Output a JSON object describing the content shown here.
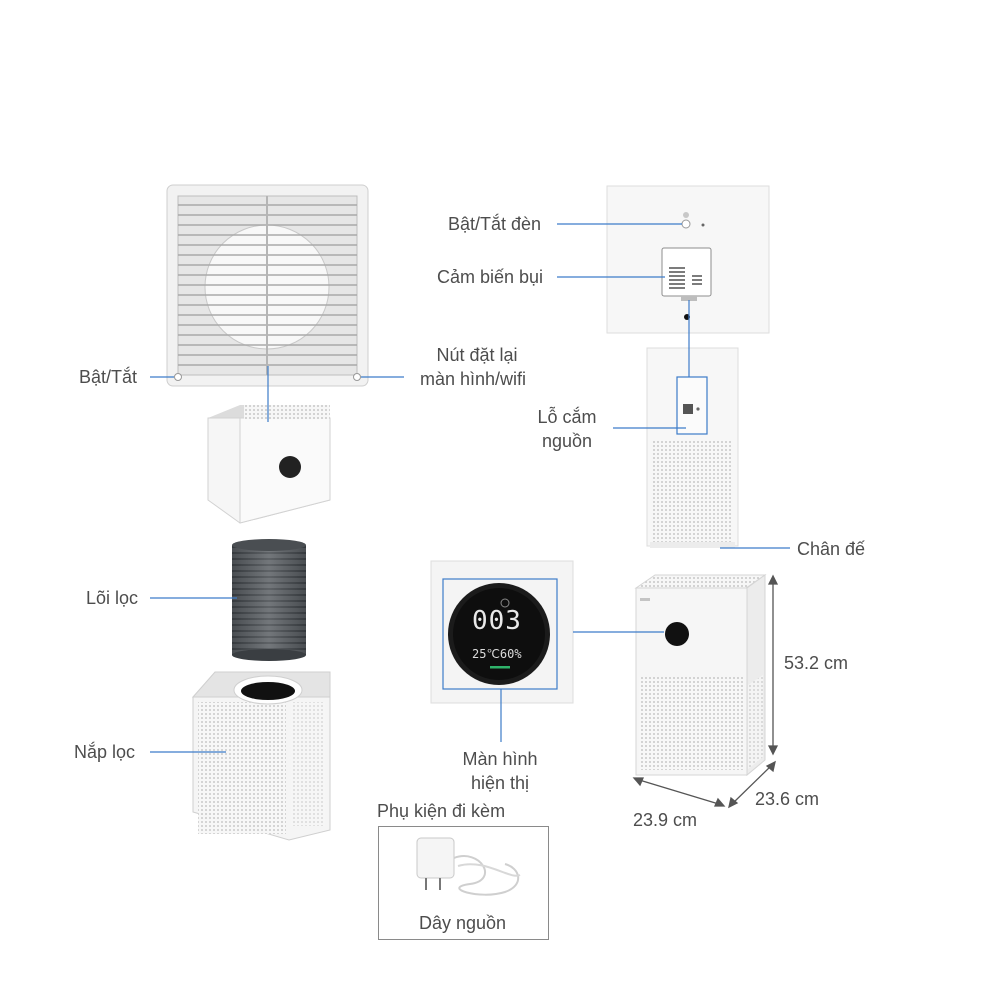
{
  "labels": {
    "power_onoff": "Bật/Tắt",
    "reset_btn_line1": "Nút đặt lại",
    "reset_btn_line2": "màn hình/wifi",
    "light_onoff": "Bật/Tắt đèn",
    "dust_sensor": "Cảm biến bụi",
    "power_port_line1": "Lỗ cắm",
    "power_port_line2": "nguồn",
    "base": "Chân đế",
    "filter_core": "Lõi lọc",
    "filter_cover": "Nắp lọc",
    "display_line1": "Màn hình",
    "display_line2": "hiện thị",
    "accessories": "Phụ kiện đi kèm",
    "power_cord": "Dây nguồn"
  },
  "dimensions": {
    "height": "53.2 cm",
    "depth": "23.6 cm",
    "width": "23.9 cm"
  },
  "display": {
    "pm_value": "003",
    "readout": "25℃60%"
  },
  "colors": {
    "callout_line": "#3d7cc9",
    "device_white": "#f4f4f4",
    "device_edge": "#cfcfcf",
    "filter_dark": "#5a5e62",
    "screen_black": "#111111"
  }
}
